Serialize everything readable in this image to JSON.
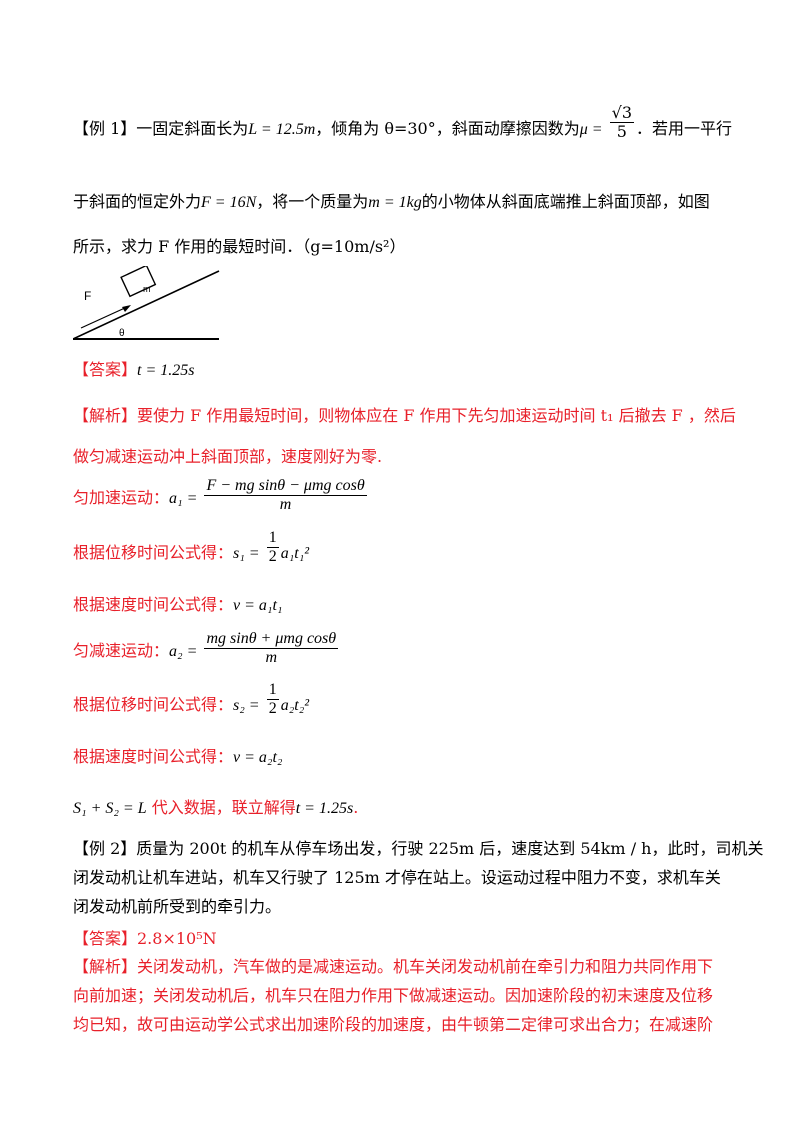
{
  "example1": {
    "line1_prefix": "【例 1】一固定斜面长为",
    "L_eq": "L = 12.5m",
    "line1_mid": "，倾角为 θ=30°，斜面动摩擦因数为",
    "mu": "μ =",
    "mu_num": "√3",
    "mu_den": "5",
    "line1_suffix": "．若用一平行",
    "line2_prefix": "于斜面的恒定外力",
    "F_eq": "F = 16N",
    "line2_mid": "，将一个质量为",
    "m_eq": "m = 1kg",
    "line2_suffix": "的小物体从斜面底端推上斜面顶部，如图",
    "line3": "所示，求力 F 作用的最短时间．（g=10m/s²）",
    "diagram": {
      "force_label": "F",
      "mass_label": "m",
      "angle_label": "θ"
    },
    "answer_tag": "【答案】",
    "answer_value": "t = 1.25s",
    "analysis_line1": "【解析】要使力 F 作用最短时间，则物体应在 F 作用下先匀加速运动时间 t₁ 后撤去 F ，然后",
    "analysis_line2": "做匀减速运动冲上斜面顶部，速度刚好为零.",
    "accel_label": "匀加速运动：",
    "a1_lhs": "a₁ =",
    "a1_num": "F − mg sinθ − μmg cosθ",
    "a1_den": "m",
    "disp_label_1": "根据位移时间公式得：",
    "s1_lhs": "s₁ =",
    "half": "1",
    "two": "2",
    "s1_rhs": "a₁t₁²",
    "vel_label_1": "根据速度时间公式得：",
    "v1_eq": "v = a₁t₁",
    "decel_label": "匀减速运动：",
    "a2_lhs": "a₂ =",
    "a2_num": "mg sinθ + μmg cosθ",
    "a2_den": "m",
    "disp_label_2": "根据位移时间公式得：",
    "s2_lhs": "s₂ =",
    "s2_rhs": "a₂t₂²",
    "vel_label_2": "根据速度时间公式得：",
    "v2_eq": "v = a₂t₂",
    "sum_eq": "S₁ + S₂ = L",
    "sum_text": " 代入数据，联立解得",
    "final_eq": "t = 1.25s",
    "final_dot": "."
  },
  "example2": {
    "line1": "【例 2】质量为 200t 的机车从停车场出发，行驶 225m 后，速度达到 54km / h，此时，司机关",
    "line2": "闭发动机让机车进站，机车又行驶了 125m 才停在站上。设运动过程中阻力不变，求机车关",
    "line3": "闭发动机前所受到的牵引力。",
    "answer": "【答案】2.8×10⁵N",
    "analysis1": "【解析】关闭发动机，汽车做的是减速运动。机车关闭发动机前在牵引力和阻力共同作用下",
    "analysis2": "向前加速；关闭发动机后，机车只在阻力作用下做减速运动。因加速阶段的初末速度及位移",
    "analysis3": "均已知，故可由运动学公式求出加速阶段的加速度，由牛顿第二定律可求出合力；在减速阶"
  }
}
